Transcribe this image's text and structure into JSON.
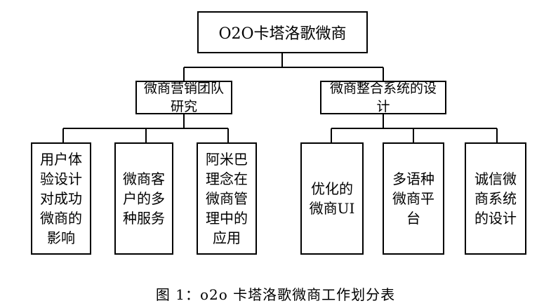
{
  "root": {
    "label": "O2O卡塔洛歌微商"
  },
  "branches": [
    {
      "label": "微商营销团队研究",
      "children": [
        "用户体验设计对成功微商的影响",
        "微商客户的多种服务",
        "阿米巴理念在微商管理中的应用"
      ]
    },
    {
      "label": "微商整合系统的设计",
      "children": [
        "优化的微商UI",
        "多语种微商平台",
        "诚信微商系统的设计"
      ]
    }
  ],
  "caption": "图 1：o2o 卡塔洛歌微商工作划分表"
}
